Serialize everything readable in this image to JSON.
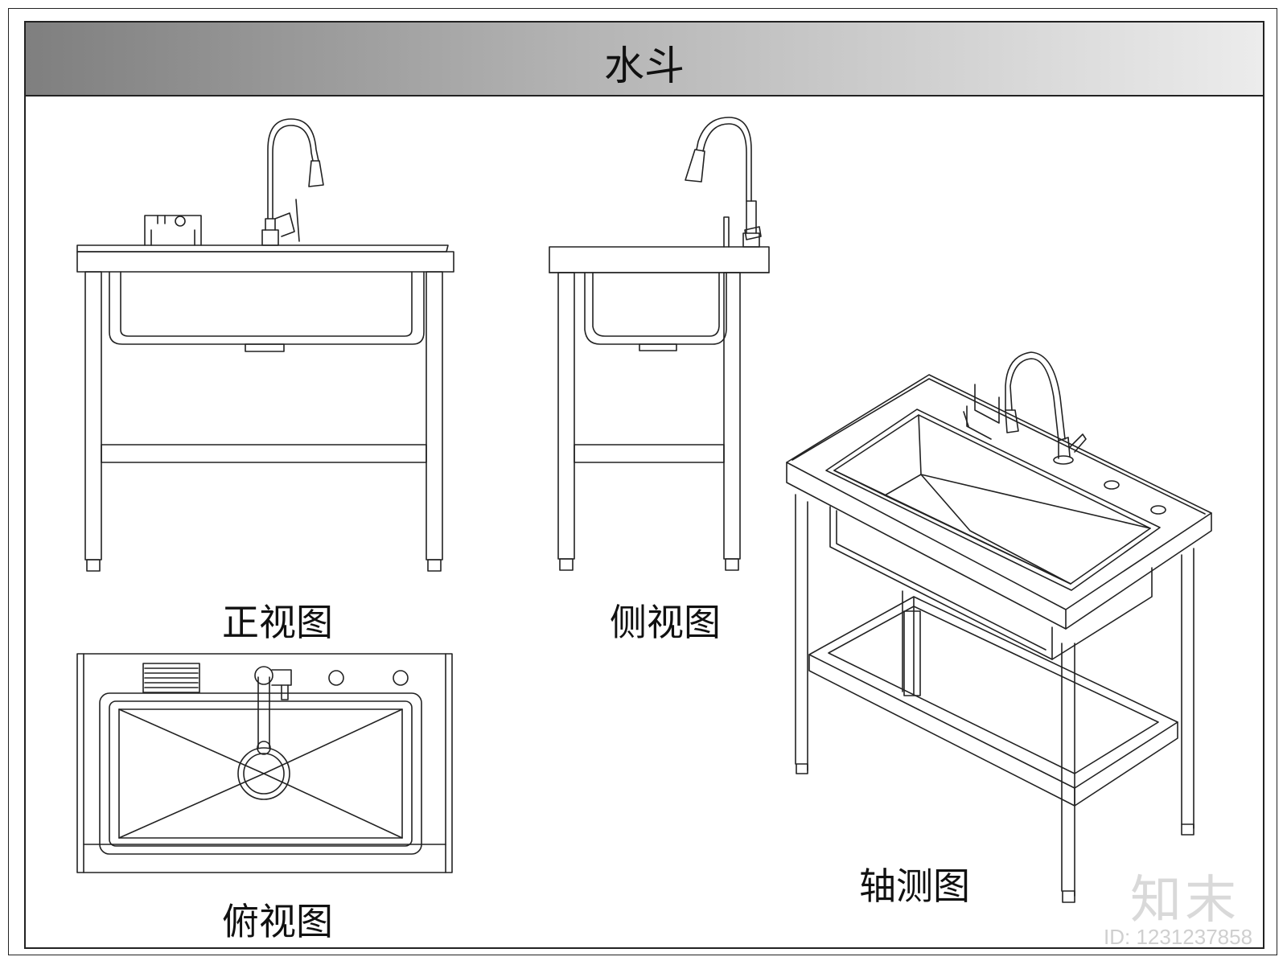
{
  "title": "水斗",
  "views": {
    "front": "正视图",
    "side": "侧视图",
    "top": "俯视图",
    "axonometric": "轴测图"
  },
  "watermark": {
    "logo": "知末",
    "id": "ID: 1231237858"
  }
}
